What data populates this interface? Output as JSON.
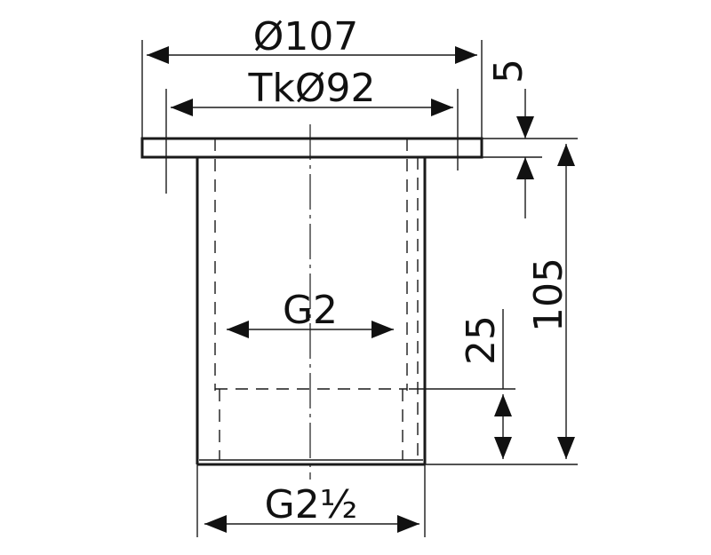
{
  "drawing": {
    "dimensions": {
      "outer_diameter": "Ø107",
      "bolt_circle": "TkØ92",
      "flange_thickness": "5",
      "total_height": "105",
      "inner_thread": "G2",
      "thread_length": "25",
      "outer_thread": "G2½"
    },
    "colors": {
      "line": "#1a1a1a",
      "background": "#ffffff"
    }
  }
}
